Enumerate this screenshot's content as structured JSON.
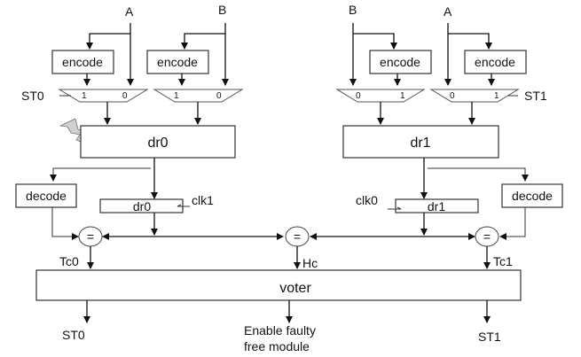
{
  "diagram": {
    "inputs": {
      "left_a": "A",
      "left_b": "B",
      "right_b": "B",
      "right_a": "A"
    },
    "encoders": [
      "encode",
      "encode",
      "encode",
      "encode"
    ],
    "mux_left_1": {
      "in1": "1",
      "in0": "0"
    },
    "mux_left_2": {
      "in1": "1",
      "in0": "0"
    },
    "mux_right_1": {
      "in0": "0",
      "in1": "1"
    },
    "mux_right_2": {
      "in0": "0",
      "in1": "1"
    },
    "select_left": "ST0",
    "select_right": "ST1",
    "dr0_block": "dr0",
    "dr1_block": "dr1",
    "decoders": [
      "decode",
      "decode"
    ],
    "reg_dr0": "dr0",
    "reg_dr1": "dr1",
    "clk_left": "clk1",
    "clk_right": "clk0",
    "comparator": "=",
    "tc0": "Tc0",
    "hc": "Hc",
    "tc1": "Tc1",
    "voter": "voter",
    "out_st0": "ST0",
    "out_enable_line1": "Enable faulty",
    "out_enable_line2": "free module",
    "out_st1": "ST1",
    "fault_icon": "lightning-bolt"
  }
}
